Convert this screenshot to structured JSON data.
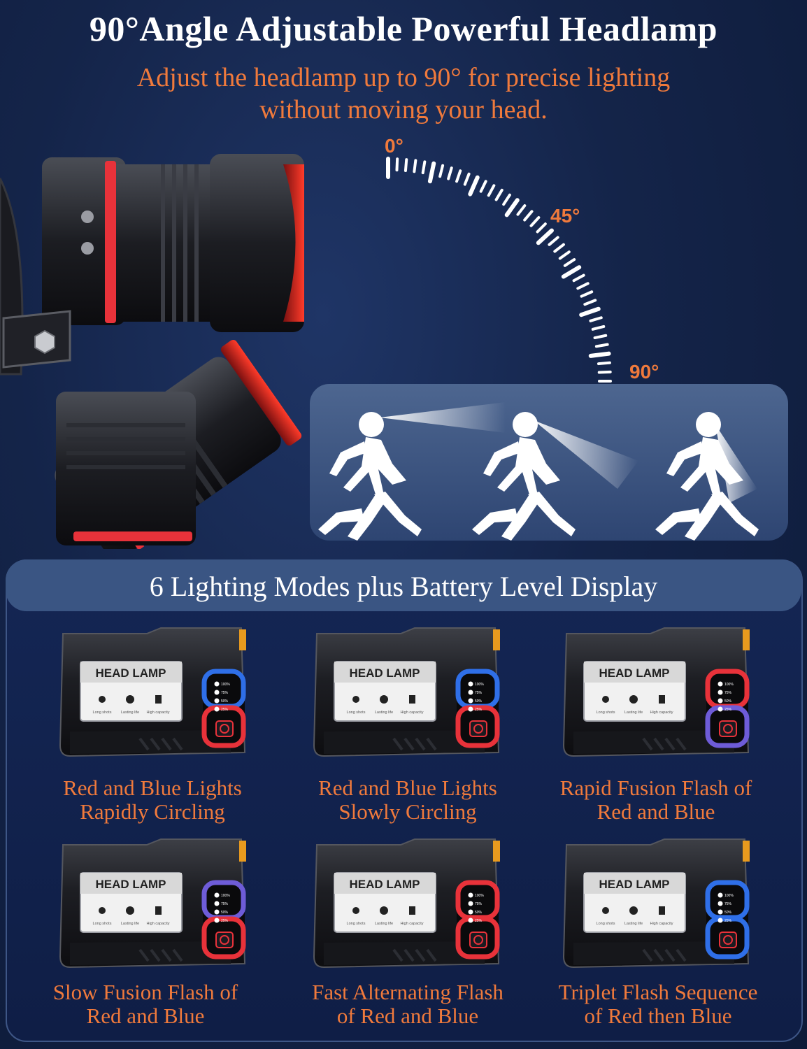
{
  "header": {
    "title": "90°Angle Adjustable Powerful Headlamp",
    "subtitle_line1": "Adjust the headlamp up to 90° for precise lighting",
    "subtitle_line2": "without moving your head."
  },
  "dial": {
    "label_0": "0°",
    "label_45": "45°",
    "label_90": "90°"
  },
  "modes_section": {
    "title": "6 Lighting Modes plus Battery Level Display",
    "device_label": "HEAD LAMP",
    "feature_labels": [
      "Long shots",
      "Lasting life",
      "High capacity"
    ],
    "battery_levels": [
      "100%",
      "75%",
      "50%",
      "25%"
    ],
    "modes": [
      {
        "line1": "Red and Blue Lights",
        "line2": "Rapidly Circling"
      },
      {
        "line1": "Red and Blue Lights",
        "line2": "Slowly Circling"
      },
      {
        "line1": "Rapid Fusion Flash of",
        "line2": "Red and Blue"
      },
      {
        "line1": "Slow Fusion Flash of",
        "line2": "Red and Blue"
      },
      {
        "line1": "Fast Alternating Flash",
        "line2": "of Red and Blue"
      },
      {
        "line1": "Triplet Flash Sequence",
        "line2": "of Red then Blue"
      }
    ]
  },
  "colors": {
    "accent_orange": "#f07a3c",
    "light_red": "#e8323a",
    "light_blue": "#2f6fe8",
    "background": "#142449"
  }
}
